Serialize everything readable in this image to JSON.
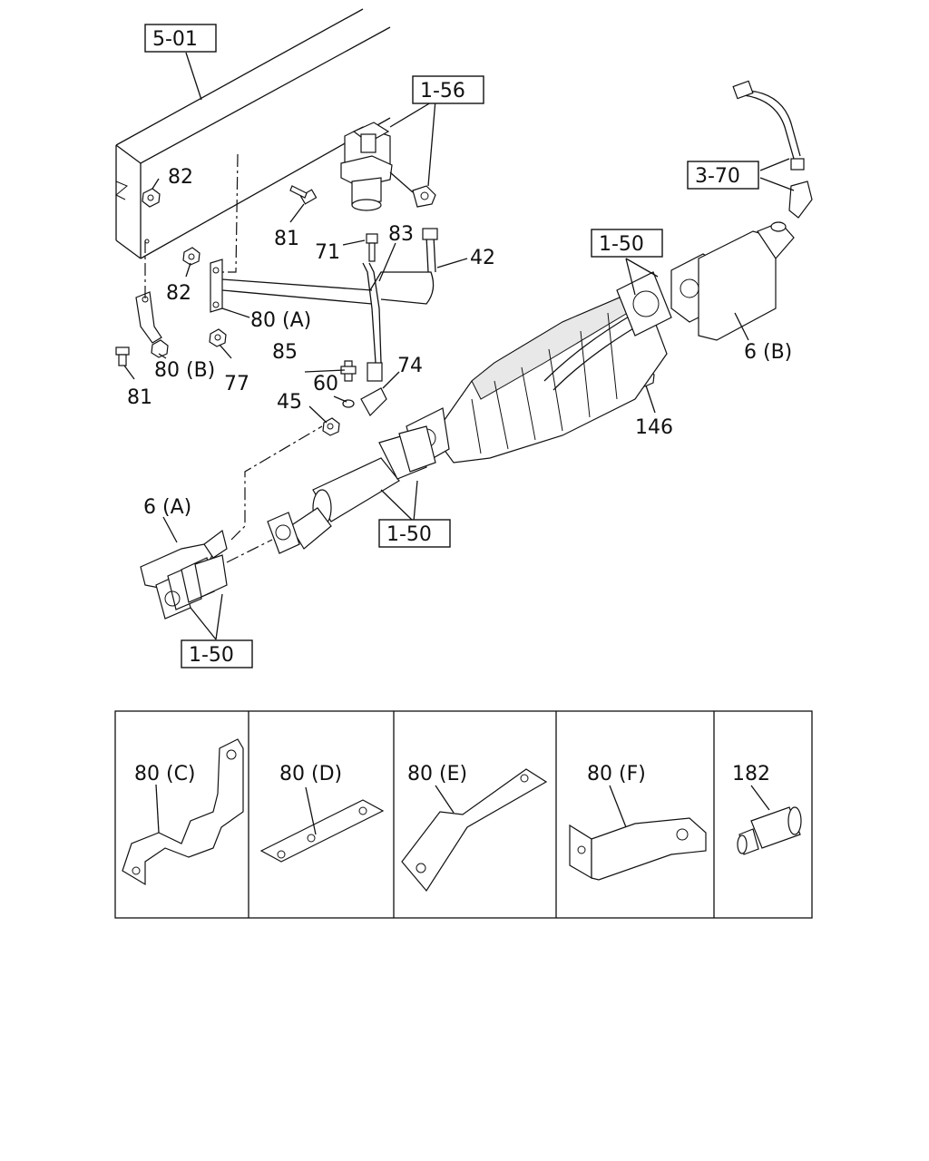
{
  "refs": {
    "r501": "5-01",
    "r156": "1-56",
    "r370": "3-70",
    "r150_top": "1-50",
    "r150_mid": "1-50",
    "r150_bot": "1-50"
  },
  "callouts": {
    "c82a": "82",
    "c81a": "81",
    "c71": "71",
    "c83": "83",
    "c42": "42",
    "c82b": "82",
    "c80a": "80 (A)",
    "c80b": "80 (B)",
    "c77": "77",
    "c81b": "81",
    "c85": "85",
    "c74": "74",
    "c60": "60",
    "c45": "45",
    "c146": "146",
    "c6b": "6 (B)",
    "c6a": "6 (A)"
  },
  "detail_panels": [
    {
      "label": "80 (C)"
    },
    {
      "label": "80 (D)"
    },
    {
      "label": "80 (E)"
    },
    {
      "label": "80 (F)"
    },
    {
      "label": "182"
    }
  ]
}
